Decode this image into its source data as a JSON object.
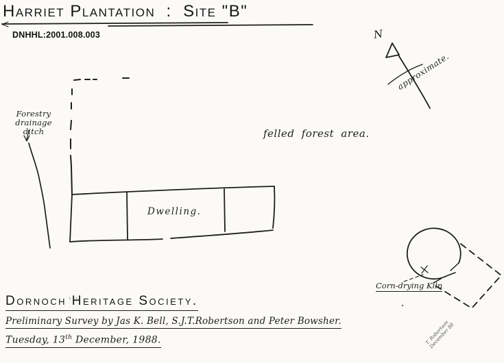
{
  "document": {
    "title": "Harriet Plantation  :  Site \"B\"",
    "accession_number": "DNHHL:2001.008.003"
  },
  "map": {
    "north_arrow": {
      "label": "N",
      "note": "approximate."
    },
    "labels": {
      "ditch_line1": "Forestry drainage",
      "ditch_line2": "ditch",
      "felled_forest": "felled forest area.",
      "dwelling": "Dwelling.",
      "kiln": "Corn-drying Kiln"
    }
  },
  "footer": {
    "society": "Dornoch Heritage Society.",
    "survey_credit": "Preliminary Survey by Jas K. Bell, S.J.T.Robertson and Peter Bowsher.",
    "date": {
      "prefix": "Tuesday, 13",
      "superscript": "th",
      "suffix": " December, 1988."
    },
    "signature_line1": "T. Robertson",
    "signature_line2": "December 88"
  },
  "colors": {
    "ink": "#1d1d1d",
    "paper": "#fbfaf7"
  }
}
